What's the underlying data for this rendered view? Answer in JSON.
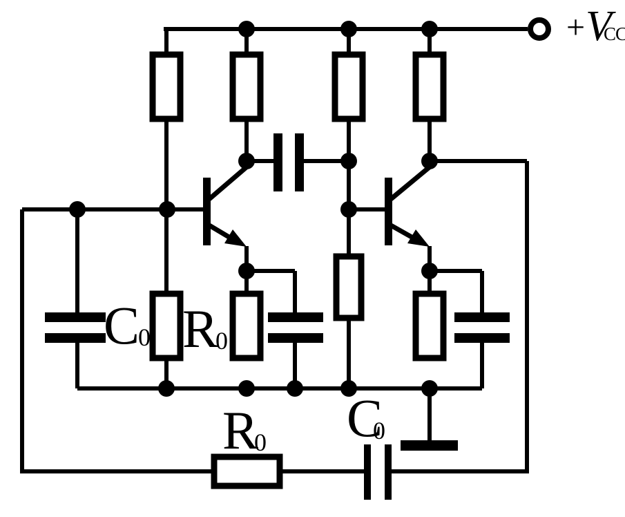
{
  "diagram": {
    "type": "circuit-schematic",
    "title": "Two-transistor astable multivibrator oscillator circuit",
    "colors": {
      "stroke": "#000000",
      "background": "#ffffff"
    },
    "labels": {
      "supply_prefix": "+",
      "supply_symbol": "V",
      "supply_subscript": "CC",
      "input_cap_symbol": "C",
      "input_cap_subscript": "0",
      "bias_res_symbol": "R",
      "bias_res_subscript": "0",
      "feedback_res_symbol": "R",
      "feedback_res_subscript": "0",
      "feedback_cap_symbol": "C",
      "feedback_cap_subscript": "0"
    },
    "components": [
      {
        "name": "vcc-terminal",
        "type": "supply-terminal"
      },
      {
        "name": "q1-base-upper-resistor",
        "type": "resistor"
      },
      {
        "name": "q1-collector-resistor",
        "type": "resistor"
      },
      {
        "name": "q2-base-upper-resistor",
        "type": "resistor"
      },
      {
        "name": "q2-collector-resistor",
        "type": "resistor"
      },
      {
        "name": "transistor-q1",
        "type": "npn-transistor"
      },
      {
        "name": "transistor-q2",
        "type": "npn-transistor"
      },
      {
        "name": "coupling-capacitor",
        "type": "capacitor"
      },
      {
        "name": "input-capacitor-c0",
        "type": "capacitor"
      },
      {
        "name": "q1-base-lower-resistor-r0",
        "type": "resistor"
      },
      {
        "name": "q2-base-lower-resistor",
        "type": "resistor"
      },
      {
        "name": "q1-emitter-resistor",
        "type": "resistor"
      },
      {
        "name": "q2-emitter-resistor",
        "type": "resistor"
      },
      {
        "name": "q1-emitter-bypass-capacitor",
        "type": "capacitor"
      },
      {
        "name": "q2-emitter-bypass-capacitor",
        "type": "capacitor"
      },
      {
        "name": "feedback-resistor-r0",
        "type": "resistor"
      },
      {
        "name": "feedback-capacitor-c0",
        "type": "capacitor"
      },
      {
        "name": "ground",
        "type": "ground-symbol"
      }
    ]
  }
}
